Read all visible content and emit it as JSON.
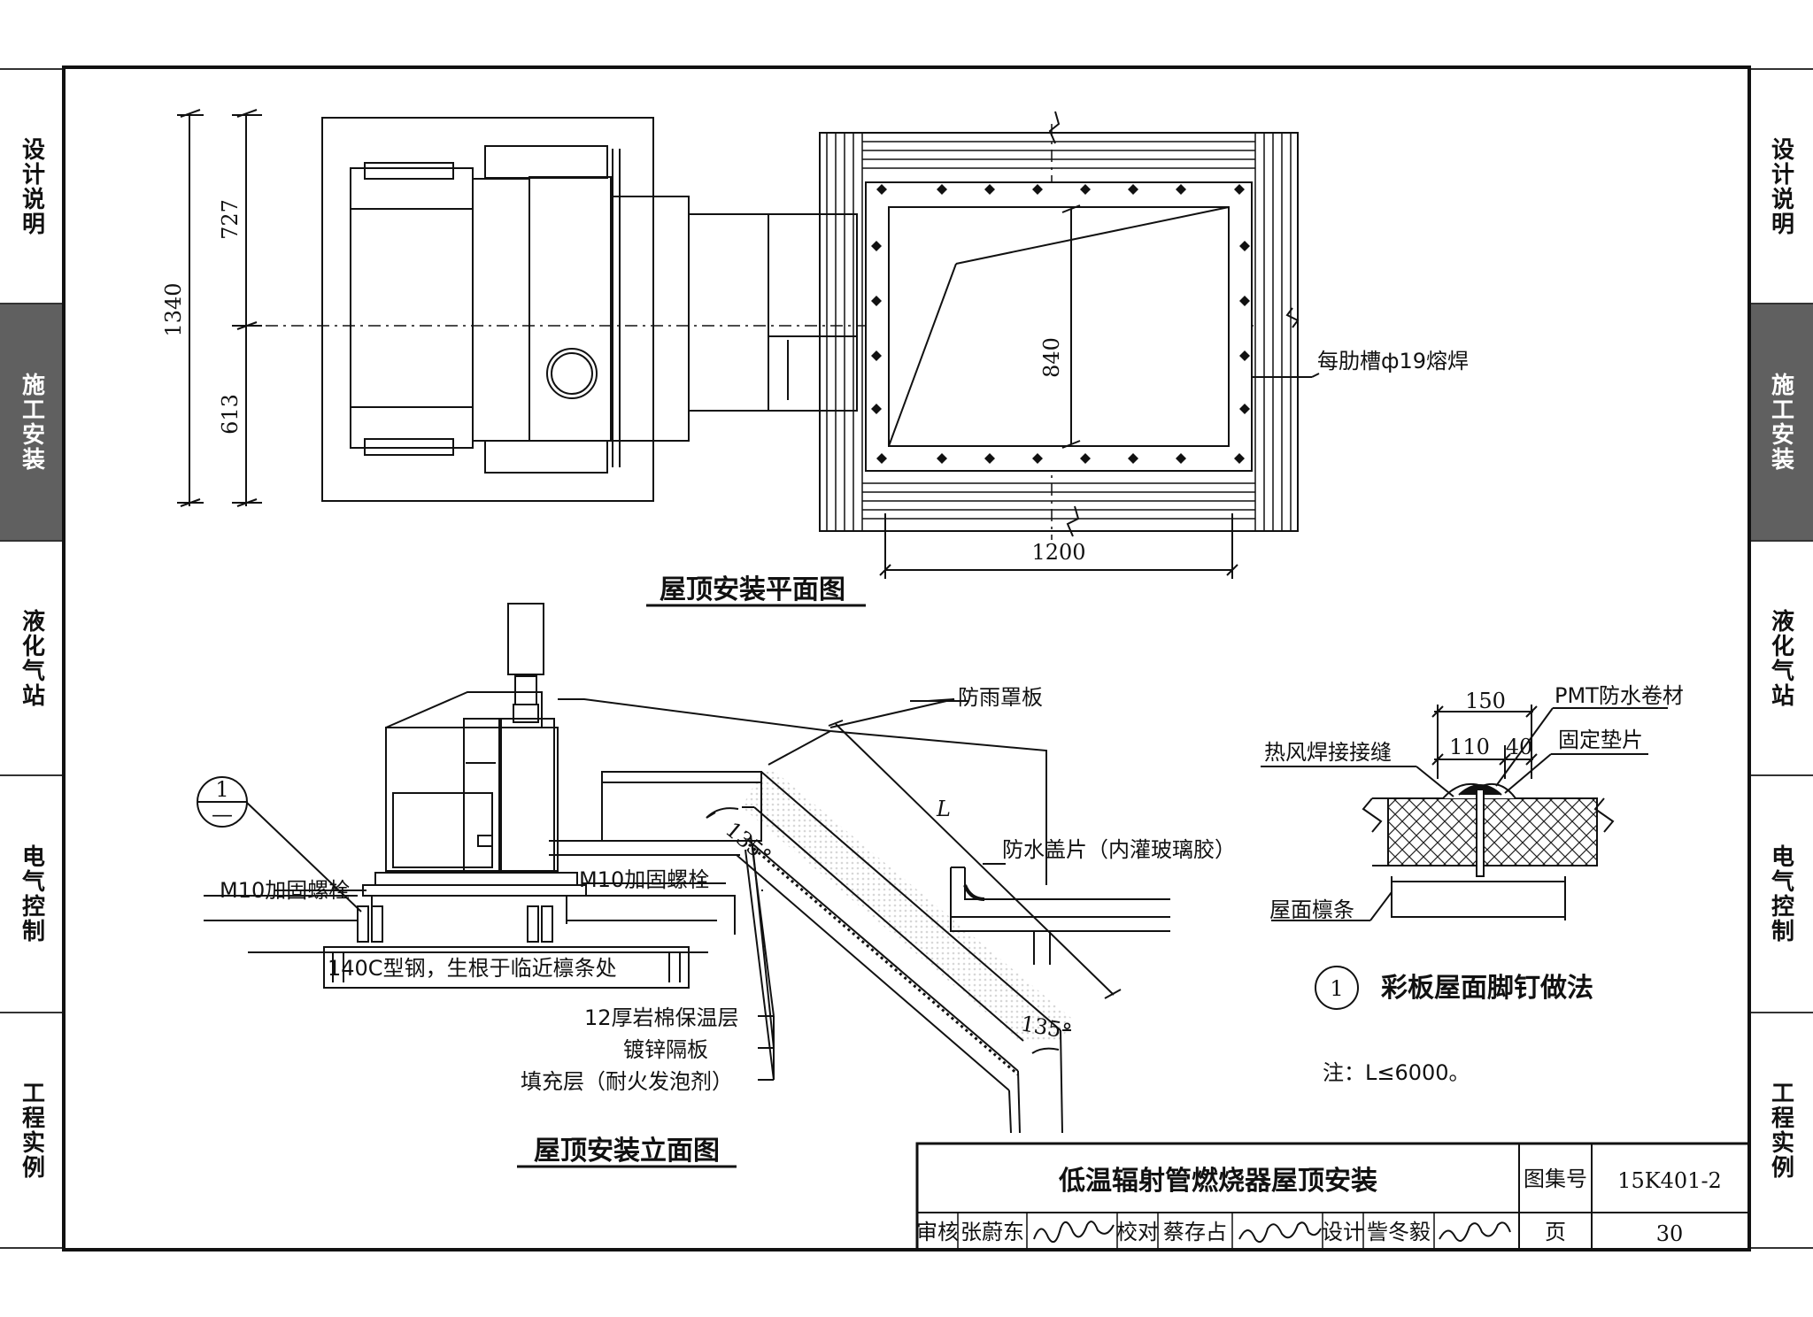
{
  "side_tabs": {
    "left": [
      "设计说明",
      "施工安装",
      "液化气站",
      "电气控制",
      "工程实例"
    ],
    "right": [
      "设计说明",
      "施工安装",
      "液化气站",
      "电气控制",
      "工程实例"
    ],
    "active_index": 1
  },
  "plan_view": {
    "title": "屋顶安装平面图",
    "dims": {
      "total": "1340",
      "upper": "727",
      "lower": "613",
      "opening_height": "840",
      "opening_width": "1200"
    },
    "weld_note": "每肋槽ф19熔焊"
  },
  "elevation_view": {
    "title": "屋顶安装立面图",
    "rain_cover": "防雨罩板",
    "waterproof_cover": "防水盖片（内灌玻璃胶）",
    "bolt_left": "M10加固螺栓",
    "bolt_right": "M10加固螺栓",
    "channel_steel": "140C型钢，生根于临近檩条处",
    "insulation": "12厚岩棉保温层",
    "partition": "镀锌隔板",
    "filler": "填充层（耐火发泡剂）",
    "length_label": "L",
    "angle_upper": "135°",
    "angle_lower": "135°",
    "detail_ref_top": "1",
    "detail_ref_bottom": "—"
  },
  "detail_1": {
    "number": "1",
    "title": "彩板屋面脚钉做法",
    "dim_total": "150",
    "dim_a": "110",
    "dim_b": "40",
    "membrane": "PMT防水卷材",
    "pad": "固定垫片",
    "seam": "热风焊接接缝",
    "purlin": "屋面檩条"
  },
  "note": "注：L≤6000。",
  "title_block": {
    "drawing_title": "低温辐射管燃烧器屋顶安装",
    "atlas_label": "图集号",
    "atlas_no": "15K401-2",
    "review_label": "审核",
    "reviewer": "张蔚东",
    "check_label": "校对",
    "checker": "蔡存占",
    "design_label": "设计",
    "designer": "訾冬毅",
    "page_label": "页",
    "page_no": "30"
  }
}
